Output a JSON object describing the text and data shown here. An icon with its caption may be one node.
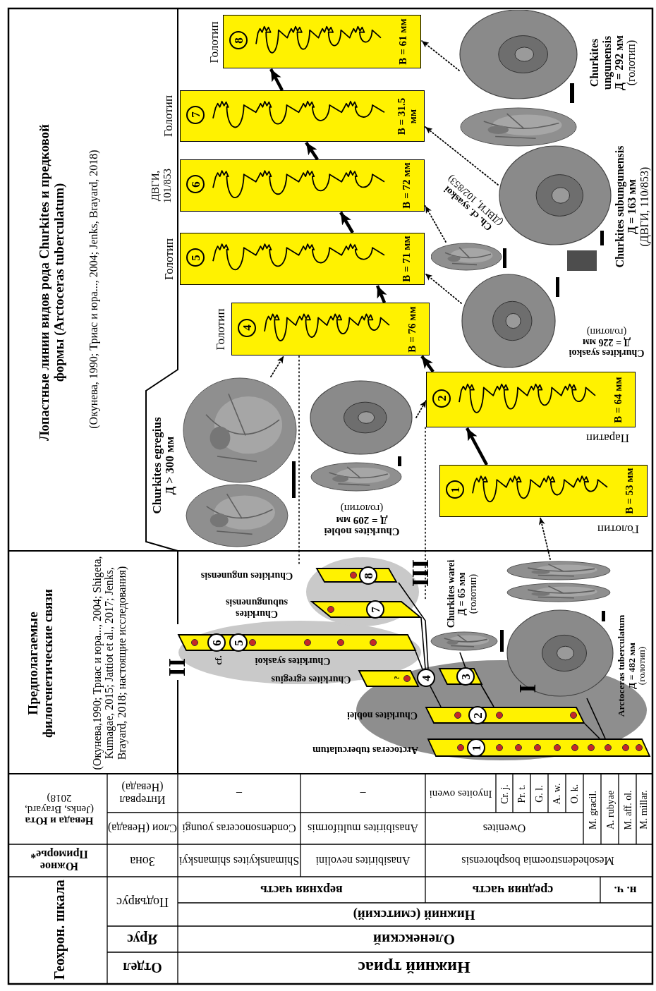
{
  "diagram": {
    "nodes": [
      {
        "text": [],
        "shape": "bar",
        "beside": [
          "Arctoceras tuberculatum"
        ]
      },
      {
        "text": [],
        "shape": "bar",
        "beside": [
          "Churkites noblei"
        ]
      },
      {
        "text": [],
        "shape": "bar"
      },
      {
        "text": [],
        "shape": "bar",
        "beside": [
          "Churkites egregius"
        ]
      },
      {
        "text": [],
        "shape": "bar",
        "beside": [
          "Churkites syaskoi"
        ]
      },
      {
        "text": [],
        "shape": "bar",
        "beside": [
          "Churkites subungunensis"
        ]
      },
      {
        "text": [],
        "shape": "bar",
        "beside": [
          "Churkites ungunensis"
        ]
      },
      {
        "text": [
          "1"
        ],
        "in": 0
      },
      {
        "text": [
          "2"
        ],
        "in": 1
      },
      {
        "text": [
          "3"
        ],
        "in": 2
      },
      {
        "text": [
          "4"
        ]
      },
      {
        "text": [
          "5"
        ],
        "in": 4
      },
      {
        "text": [
          "6"
        ],
        "in": 4
      },
      {
        "text": [
          "7"
        ],
        "in": 5
      },
      {
        "text": [
          "8"
        ]
      },
      {
        "text": [],
        "shape": "picture",
        "beside": [
          "Arctoceras tuberculatum",
          "Д = 482 мм",
          "(голотип)"
        ]
      },
      {
        "text": [],
        "shape": "picture",
        "beside": [
          "Churkites warei",
          "Д = 65 мм",
          "(голотип)"
        ]
      },
      {
        "text": [],
        "shape": "picture",
        "beside": [
          "Churkites noblei",
          "Д = 209 мм",
          "(голотип)"
        ]
      },
      {
        "text": [],
        "shape": "picture",
        "beside": [
          "Churkites egregius",
          "Д > 300 мм"
        ]
      },
      {
        "text": [],
        "shape": "picture",
        "beside": [
          "Churkites syaskoi",
          "Д = 226 мм",
          "(голотип)"
        ]
      },
      {
        "text": [],
        "shape": "picture",
        "beside": [
          "Ch. cf. syaskoi",
          "(ДВГИ, 102/853)"
        ]
      },
      {
        "text": [],
        "shape": "picture",
        "beside": [
          "Churkites subungunensis",
          "Д = 163 мм",
          "(ДВГИ, 110/853)"
        ]
      },
      {
        "text": [],
        "shape": "picture",
        "beside": [
          "Churkites ungunensis",
          "Д = 292 мм",
          "(голотип)"
        ]
      },
      {
        "text": [
          "1",
          "В = 53 мм"
        ],
        "beside": [
          "Голотип"
        ]
      },
      {
        "text": [
          "2",
          "В = 64 мм"
        ],
        "beside": [
          "Паратип"
        ]
      },
      {
        "text": [
          "4",
          "В = 76 мм"
        ],
        "beside": [
          "Голотип"
        ]
      },
      {
        "text": [
          "5",
          "В = 71 мм"
        ],
        "beside": [
          "Голотип"
        ]
      },
      {
        "text": [
          "6",
          "В = 72 мм"
        ],
        "beside": [
          "ДВГИ, 101/853"
        ]
      },
      {
        "text": [
          "7",
          "В = 31.5 мм"
        ],
        "beside": [
          "Голотип"
        ]
      },
      {
        "text": [
          "8",
          "В = 61 мм"
        ],
        "beside": [
          "Голотип"
        ]
      }
    ],
    "edges": [
      {
        "from": 0,
        "to": 1,
        "arrow": "none"
      },
      {
        "from": 1,
        "to": 2,
        "arrow": "none"
      },
      {
        "from": 1,
        "to": 10,
        "arrow": "none"
      },
      {
        "from": 10,
        "to": 4,
        "arrow": "none"
      },
      {
        "from": 10,
        "to": 5,
        "arrow": "none"
      },
      {
        "from": 10,
        "to": 6,
        "arrow": "none"
      },
      {
        "from": 15,
        "to": 0,
        "arrow": "none"
      },
      {
        "from": 16,
        "to": 2,
        "arrow": "none"
      },
      {
        "from": 15,
        "to": 23,
        "arrow": "to",
        "style": "dashed"
      },
      {
        "from": 17,
        "to": 24,
        "arrow": "to",
        "style": "dashed"
      },
      {
        "from": 18,
        "to": 25,
        "arrow": "to",
        "style": "dashed"
      },
      {
        "from": 19,
        "to": 26,
        "arrow": "to",
        "style": "dashed"
      },
      {
        "from": 20,
        "to": 27,
        "arrow": "to",
        "style": "dashed"
      },
      {
        "from": 21,
        "to": 28,
        "arrow": "to",
        "style": "dashed"
      },
      {
        "from": 22,
        "to": 29,
        "arrow": "to",
        "style": "dashed"
      },
      {
        "from": 23,
        "to": 24,
        "arrow": "to",
        "style": "thick"
      },
      {
        "from": 24,
        "to": 25,
        "arrow": "to",
        "style": "thick"
      },
      {
        "from": 25,
        "to": 26,
        "arrow": "to",
        "style": "thick"
      },
      {
        "from": 26,
        "to": 27,
        "arrow": "to",
        "style": "thick"
      },
      {
        "from": 27,
        "to": 28,
        "arrow": "to",
        "style": "thick"
      },
      {
        "from": 28,
        "to": 29,
        "arrow": "to",
        "style": "thick"
      }
    ],
    "labels": [
      "Лопастные линии видов рода Churkites и предковой формы (Arctoceras tuberculatum)",
      "(Окунева, 1990; Триас и юра..., 2004; Jenks, Brayard, 2018)",
      "Предполагаемые филогенетические связи",
      "(Окунева,1990; Триас и юра..., 2004; Shigeta, Kumagae, 2015; Jattiot et al., 2017; Jenks, Brayard, 2018; настоящие исследования)",
      "I",
      "II",
      "III",
      "cf.",
      "?",
      "Геохрон. шкала",
      "Южное Приморье*",
      "**Невада и Юта** (Jenks, Brayard, 2018)",
      "Отдел",
      "Ярус",
      "Подъярус",
      "Зона",
      "Слои (Невада)",
      "Интервал (Невада)",
      "Нижний триас",
      "Оленекский",
      "Нижний (смитский)",
      "верхняя часть",
      "средняя часть",
      "н. ч.",
      "Shimanskyites shimanskyi",
      "Anasibirites nevolini",
      "Mesohedenstroemia bosphorensis",
      "Condensonoceras youngi",
      "Anasibirites multiformis",
      "Owenites",
      "M. gracil.",
      "A. rubyae",
      "M. aff. ol.",
      "M. millar.",
      "–",
      "–",
      "Inyoites oweni",
      "Cr. j.",
      "Pr. t.",
      "G. l.",
      "A. w.",
      "O. k."
    ]
  }
}
